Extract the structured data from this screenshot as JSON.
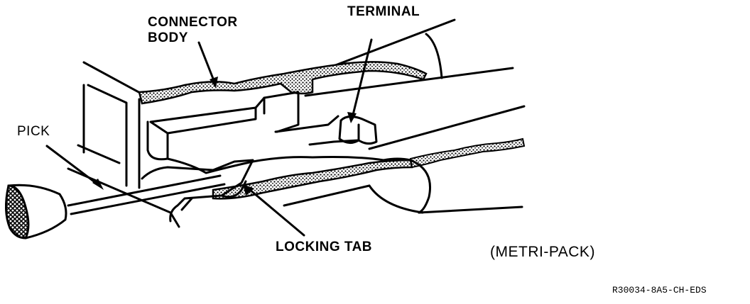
{
  "diagram": {
    "labels": {
      "connector_body": "CONNECTOR\nBODY",
      "terminal": "TERMINAL",
      "pick": "PICK",
      "locking_tab": "LOCKING TAB",
      "metri_pack": "(METRI-PACK)",
      "figure_code": "R30034-8A5-CH-EDS"
    },
    "colors": {
      "ink": "#000000",
      "background": "#ffffff"
    }
  }
}
